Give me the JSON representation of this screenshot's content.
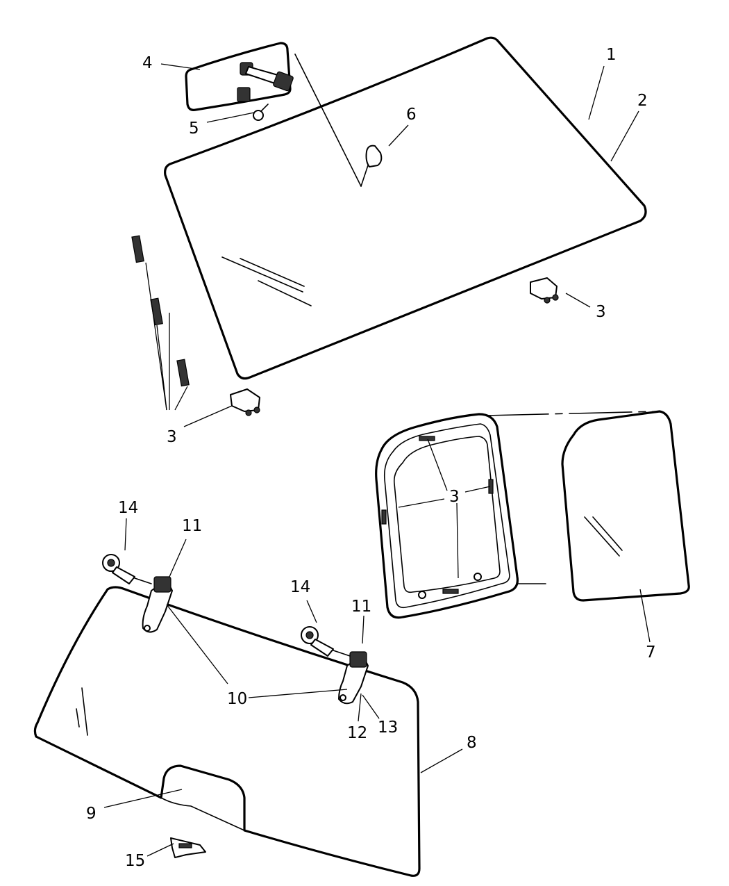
{
  "callouts": [
    {
      "id": "c1",
      "text": "1"
    },
    {
      "id": "c2",
      "text": "2"
    },
    {
      "id": "c3a",
      "text": "3"
    },
    {
      "id": "c3b",
      "text": "3"
    },
    {
      "id": "c3c",
      "text": "3"
    },
    {
      "id": "c4",
      "text": "4"
    },
    {
      "id": "c5",
      "text": "5"
    },
    {
      "id": "c6",
      "text": "6"
    },
    {
      "id": "c7",
      "text": "7"
    },
    {
      "id": "c8",
      "text": "8"
    },
    {
      "id": "c9",
      "text": "9"
    },
    {
      "id": "c10",
      "text": "10"
    },
    {
      "id": "c11a",
      "text": "11"
    },
    {
      "id": "c11b",
      "text": "11"
    },
    {
      "id": "c12",
      "text": "12"
    },
    {
      "id": "c13",
      "text": "13"
    },
    {
      "id": "c14a",
      "text": "14"
    },
    {
      "id": "c14b",
      "text": "14"
    },
    {
      "id": "c15",
      "text": "15"
    }
  ]
}
